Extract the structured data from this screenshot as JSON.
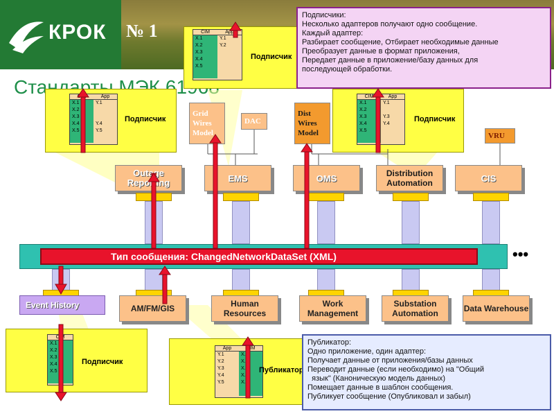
{
  "header": {
    "logo_text": "КРОК",
    "slide_number": "№ 1",
    "title": "Стандарты МЭК 61968"
  },
  "subscribers": {
    "label": "Подписчик",
    "publisher_label": "Публикатор",
    "top_center": {
      "cim": [
        "X.1",
        "X.2",
        "X.3",
        "X.4",
        "X.5"
      ],
      "app": [
        "Y.1",
        "Y.2"
      ]
    },
    "left": {
      "cim": [
        "X.1",
        "X.2",
        "X.3",
        "X.4",
        "X.5"
      ],
      "app": [
        "Y.1",
        "",
        "",
        "Y.4",
        "Y.5"
      ]
    },
    "right": {
      "cim": [
        "X.1",
        "X.2",
        "X.3",
        "X.4",
        "X.5"
      ],
      "app": [
        "Y.1",
        "",
        "Y.3",
        "Y.4"
      ]
    },
    "bottom_left": {
      "cim": [
        "X.1",
        "X.2",
        "X.3",
        "X.4",
        "X.5"
      ]
    },
    "bottom_center": {
      "app": [
        "Y.1",
        "Y.2",
        "Y.3",
        "Y.4",
        "Y.5"
      ],
      "cim": [
        "X.1",
        "X.2",
        "X.3",
        "X.4",
        "X.5"
      ]
    },
    "col_cim": "CIM",
    "col_app": "App"
  },
  "models": {
    "grid_wires": "Grid Wires Model",
    "dac": "DAC",
    "dist_wires": "Dist Wires Model",
    "vru": "VRU"
  },
  "top_systems": [
    {
      "label": "Outage Reporting"
    },
    {
      "label": "EMS"
    },
    {
      "label": "OMS"
    },
    {
      "label": "Distribution Automation"
    },
    {
      "label": "CIS"
    }
  ],
  "bus": {
    "message": "Тип сообщения: ChangedNetworkDataSet (XML)",
    "ellipsis": "•••"
  },
  "bottom_systems": [
    {
      "label": "Event History"
    },
    {
      "label": "AM/FM/GIS"
    },
    {
      "label": "Human Resources"
    },
    {
      "label": "Work Management"
    },
    {
      "label": "Substation Automation"
    },
    {
      "label": "Data Warehouse"
    }
  ],
  "subscriber_note": {
    "lines": [
      "Подписчики:",
      "Несколько адаптеров получают одно сообщение.",
      "Каждый адаптер:",
      "Разбирает сообщение, Отбирает необходимые данные",
      "Преобразует данные в формат приложения,",
      "Передает данные в приложение/базу данных для",
      "последующей обработки."
    ]
  },
  "publisher_note": {
    "lines": [
      "Публикатор:",
      "Одно приложение, один адаптер:",
      "Получает данные от приложения/базы данных",
      "Переводит данные (если необходимо)  на \"Общий",
      "  язык\" (Каноническую модель данных)",
      "Помещает данные в шаблон сообщения.",
      "Публикует сообщение (Опубликовал и забыл)"
    ]
  },
  "colors": {
    "bus": "#2fc1b0",
    "message_bar": "#e8132b",
    "callout": "#ffff44",
    "system_box": "#fcc189",
    "connector": "#ffd400"
  }
}
